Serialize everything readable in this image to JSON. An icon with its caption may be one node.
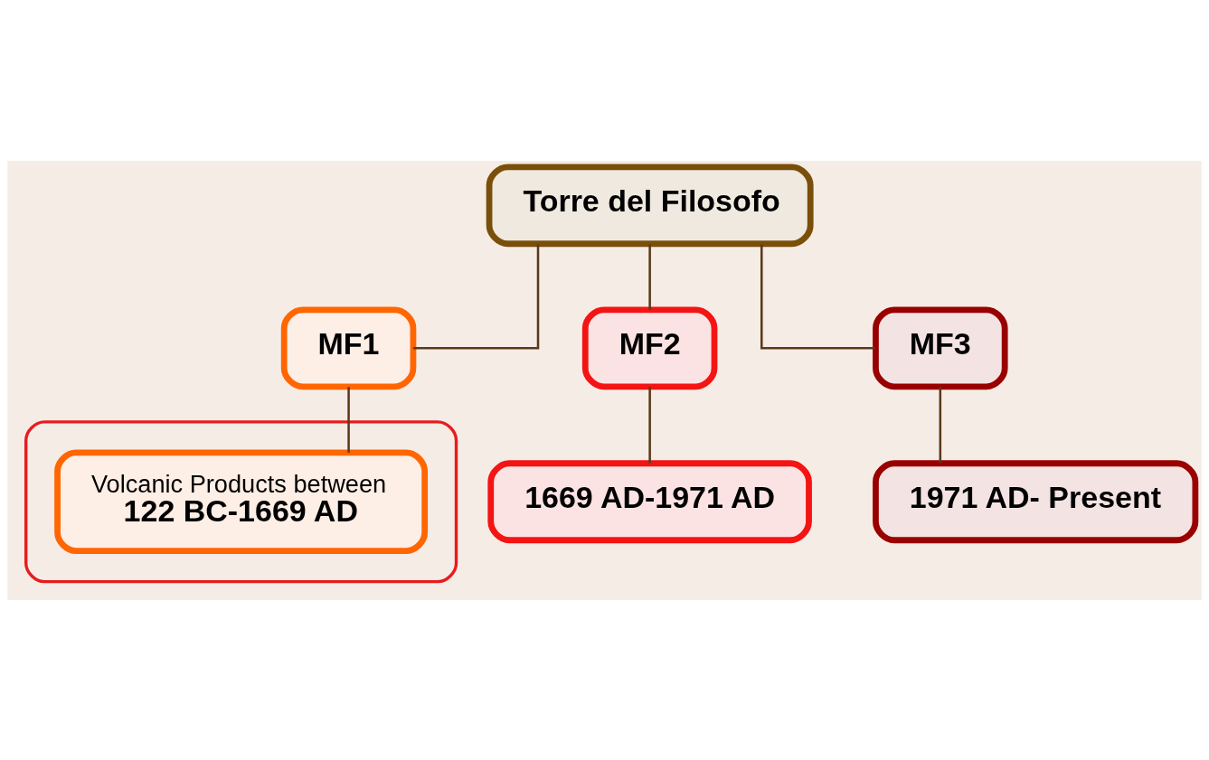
{
  "diagram": {
    "nodes": [
      {
        "text": [
          "Torre del Filosofo"
        ]
      },
      {
        "text": [
          "MF1"
        ]
      },
      {
        "text": [
          "MF2"
        ]
      },
      {
        "text": [
          "MF3"
        ]
      },
      {
        "text": [],
        "shape": "ellipse"
      },
      {
        "text": [
          "Volcanic Products between",
          "122 BC-1669 AD"
        ],
        "in": 4
      },
      {
        "text": [
          "1669 AD-1971 AD"
        ]
      },
      {
        "text": [
          "1971 AD- Present"
        ]
      }
    ],
    "edges": [
      {
        "from": 0,
        "to": 1,
        "arrow": "none"
      },
      {
        "from": 0,
        "to": 2,
        "arrow": "none"
      },
      {
        "from": 0,
        "to": 3,
        "arrow": "none"
      },
      {
        "from": 1,
        "to": 5,
        "arrow": "none"
      },
      {
        "from": 2,
        "to": 6,
        "arrow": "none"
      },
      {
        "from": 3,
        "to": 7,
        "arrow": "none"
      }
    ]
  }
}
